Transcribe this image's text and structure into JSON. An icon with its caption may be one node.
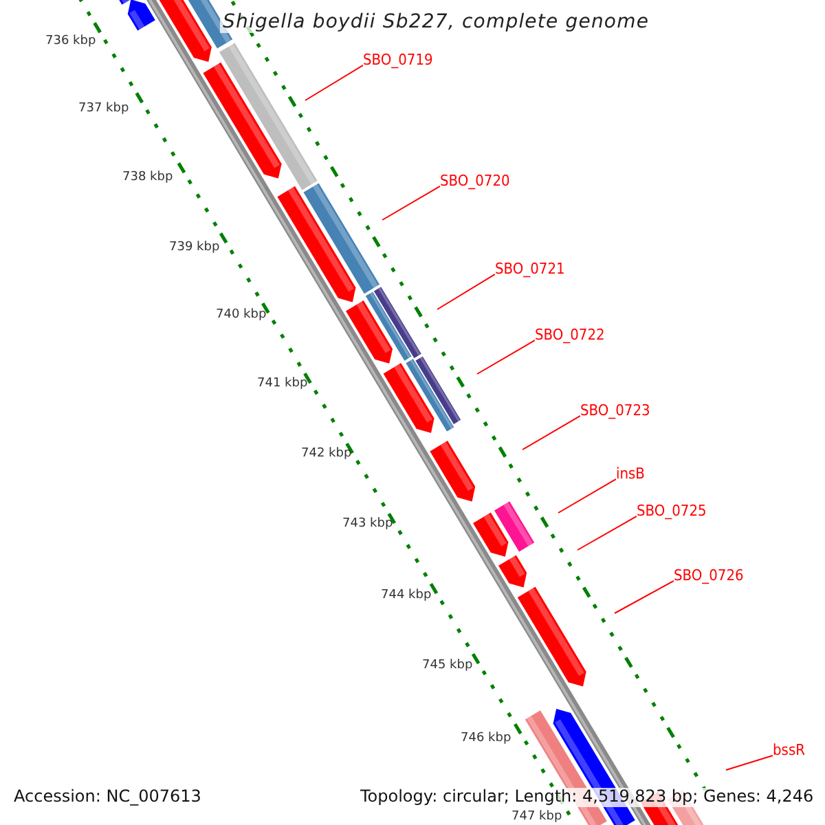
{
  "diagram": {
    "title": "Shigella boydii Sb227, complete genome",
    "nodes": [
      {
        "text": [
          "SBO_0719"
        ]
      },
      {
        "text": [
          "SBO_0720"
        ]
      },
      {
        "text": [
          "SBO_0721"
        ]
      },
      {
        "text": [
          "SBO_0722"
        ]
      },
      {
        "text": [
          "SBO_0723"
        ]
      },
      {
        "text": [
          "insB"
        ]
      },
      {
        "text": [
          "SBO_0725"
        ]
      },
      {
        "text": [
          "SBO_0726"
        ]
      },
      {
        "text": [
          "bssR"
        ]
      }
    ],
    "edges": [
      {
        "from": 0,
        "to": null,
        "arrow": "none"
      },
      {
        "from": 1,
        "to": null,
        "arrow": "none"
      },
      {
        "from": 2,
        "to": null,
        "arrow": "none"
      },
      {
        "from": 3,
        "to": null,
        "arrow": "none"
      },
      {
        "from": 4,
        "to": null,
        "arrow": "none"
      },
      {
        "from": 5,
        "to": null,
        "arrow": "none"
      },
      {
        "from": 6,
        "to": null,
        "arrow": "none"
      },
      {
        "from": 7,
        "to": null,
        "arrow": "none"
      },
      {
        "from": 8,
        "to": null,
        "arrow": "none"
      }
    ],
    "labels": [
      "736 kbp",
      "737 kbp",
      "738 kbp",
      "739 kbp",
      "740 kbp",
      "741 kbp",
      "742 kbp",
      "743 kbp",
      "744 kbp",
      "745 kbp",
      "746 kbp",
      "747 kbp",
      "Accession: NC_007613",
      "Topology: circular; Length: 4,519,823 bp; Genes: 4,246"
    ]
  }
}
